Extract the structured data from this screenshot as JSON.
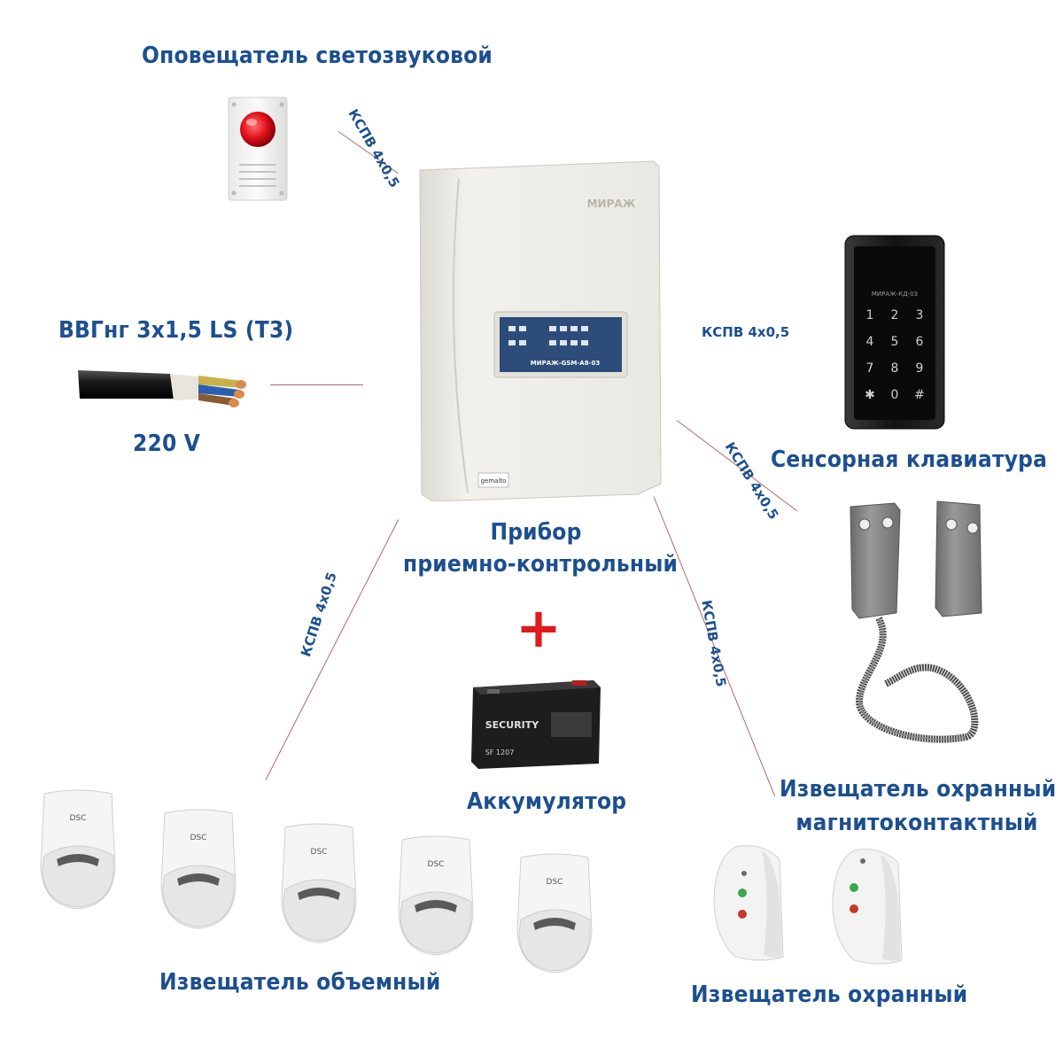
{
  "labels": {
    "siren": "Оповещатель светозвуковой",
    "power_cable": "ВВГнг 3х1,5 LS (Т3)",
    "voltage": "220 V",
    "keypad": "Сенсорная клавиатура",
    "panel_line1": "Прибор",
    "panel_line2": "приемно-контрольный",
    "battery": "Аккумулятор",
    "magnetic_line1": "Извещатель охранный",
    "magnetic_line2": "магнитоконтактный",
    "volume_detector": "Извещатель объемный",
    "security_detector": "Извещатель охранный"
  },
  "cables": {
    "siren": "КСПВ 4х0,5",
    "keypad": "КСПВ 4х0,5",
    "magnetic": "КСПВ 4х0,5",
    "volume": "КСПВ 4х0,5",
    "security": "КСПВ 4х0,5"
  },
  "panel": {
    "brand": "МИРАЖ",
    "model": "МИРАЖ-GSM-A8-03",
    "badge": "gemalto"
  },
  "keypad_device": {
    "model": "МИРАЖ-КД-03",
    "keys": [
      "1",
      "2",
      "3",
      "4",
      "5",
      "6",
      "7",
      "8",
      "9",
      "✱",
      "0",
      "#"
    ]
  },
  "battery_device": {
    "brand": "SECURITY",
    "model": "SF 1207"
  },
  "detector_brand": "DSC",
  "plus_sign": "+",
  "colors": {
    "label": "#1c4f8f",
    "connector": "#b06a6a",
    "plus": "#e01b1b"
  }
}
